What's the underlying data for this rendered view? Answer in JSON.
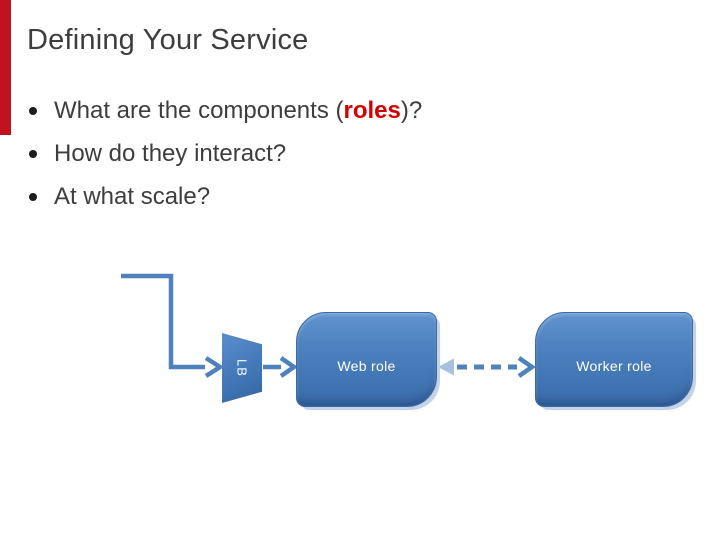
{
  "slide": {
    "title": "Defining Your Service",
    "bullets": [
      {
        "pre": "What are the components (",
        "highlight": "roles",
        "post": ")?"
      },
      {
        "text": "How do they interact?"
      },
      {
        "text": "At what scale?"
      }
    ]
  },
  "diagram": {
    "lb_label": "LB",
    "web_role_label": "Web role",
    "worker_role_label": "Worker role"
  },
  "colors": {
    "accent_bar_red": "#c0121f",
    "bullet_highlight_red": "#d40000",
    "connector_blue": "#4f81bd",
    "box_blue": "#4a7ebc",
    "box_text_white": "#ffffff",
    "pale_arrowhead_blue": "#a9bfde",
    "box_shadow_blue": "#c5d3e8",
    "body_text_gray": "#3d3d3d"
  }
}
